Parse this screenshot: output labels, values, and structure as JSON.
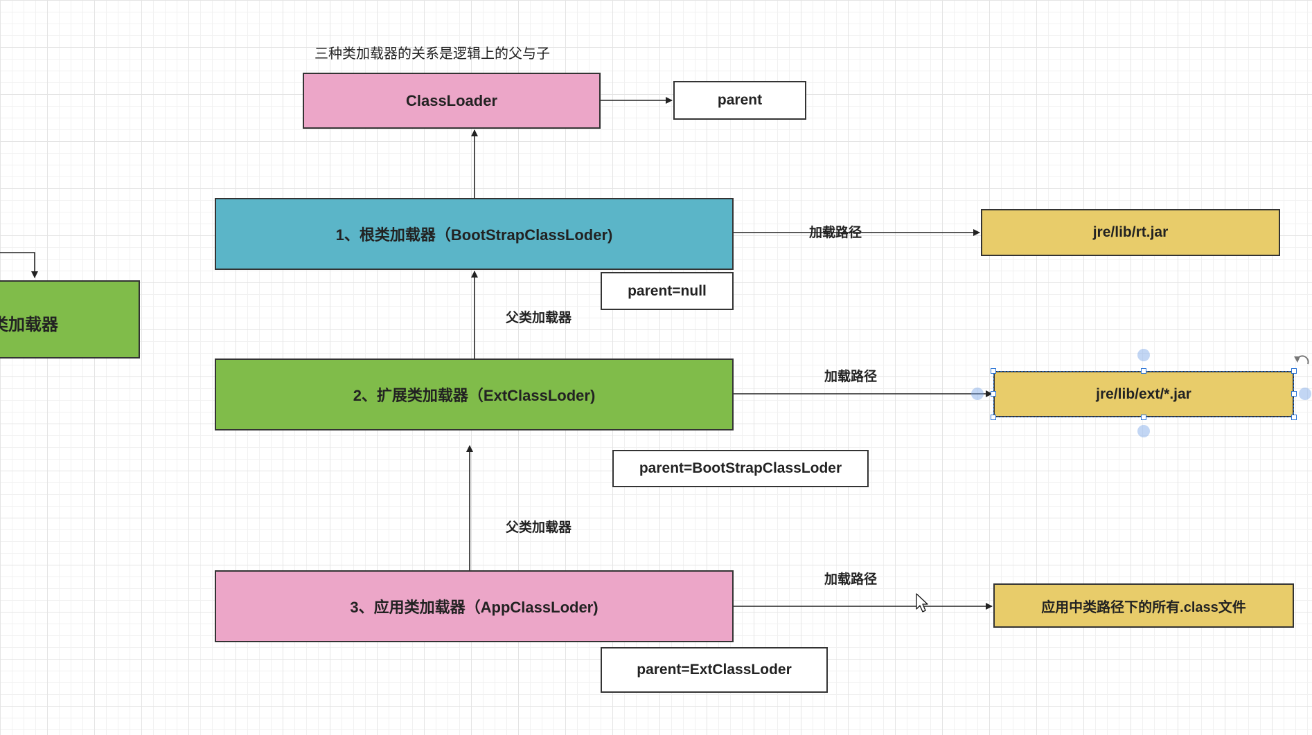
{
  "diagram": {
    "title": "三种类加载器的关系是逻辑上的父与子",
    "classloader": {
      "label": "ClassLoader"
    },
    "parent": {
      "label": "parent"
    },
    "bootstrap": {
      "label": "1、根类加载器（BootStrapClassLoder)",
      "parent_label": "parent=null",
      "path_label": "加载路径",
      "path_target": "jre/lib/rt.jar"
    },
    "ext": {
      "label": "2、扩展类加载器（ExtClassLoder)",
      "parent_label": "parent=BootStrapClassLoder",
      "edge_to_parent_label": "父类加载器",
      "path_label": "加载路径",
      "path_target": "jre/lib/ext/*.jar"
    },
    "app": {
      "label": "3、应用类加载器（AppClassLoder)",
      "parent_label": "parent=ExtClassLoder",
      "edge_to_parent_label": "父类加载器",
      "path_label": "加载路径",
      "path_target": "应用中类路径下的所有.class文件"
    },
    "custom": {
      "label": "类加载器"
    }
  },
  "colors": {
    "pink": "#eca6c8",
    "blue": "#5bb5c8",
    "green": "#80bc4a",
    "yellow": "#e8cc6a",
    "selection": "#2a74d6"
  },
  "icons": {
    "cursor": "mouse-pointer-icon",
    "rotate": "rotate-handle-icon"
  }
}
